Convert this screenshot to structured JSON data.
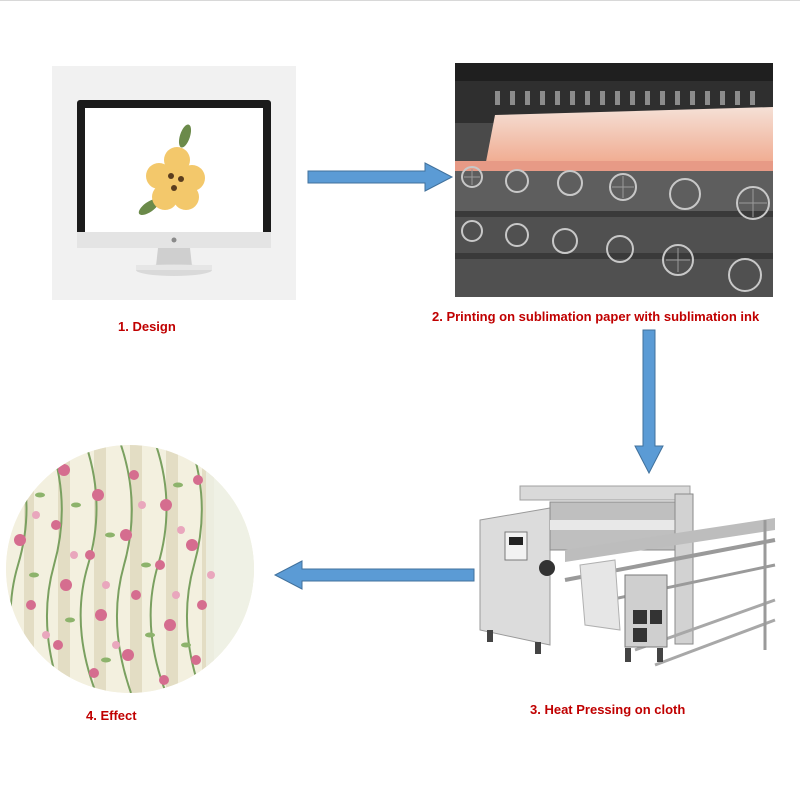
{
  "steps": [
    {
      "label": "1.  Design",
      "image": "monitor-with-flower-design"
    },
    {
      "label": "2.  Printing on sublimation paper with sublimation ink",
      "image": "sublimation-printer"
    },
    {
      "label": "3.  Heat Pressing on cloth",
      "image": "heat-press-machine"
    },
    {
      "label": "4.  Effect",
      "image": "floral-curtain-fabric"
    }
  ],
  "colors": {
    "label": "#c00000",
    "arrow_fill": "#5b9bd5",
    "arrow_stroke": "#41719c",
    "flower": "#f3c86b",
    "leaf": "#6b8a4a"
  }
}
